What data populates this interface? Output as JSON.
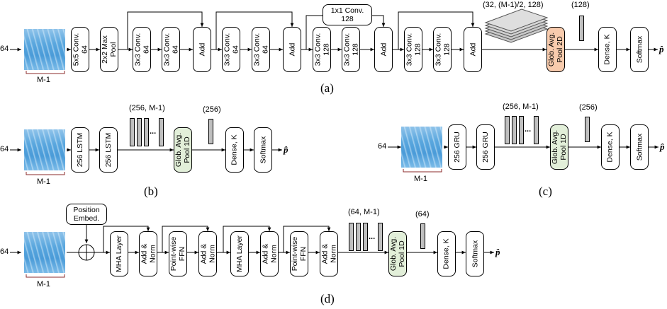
{
  "panel_a": {
    "caption": "(a)",
    "input_height": "64",
    "input_width": "M-1",
    "blocks": [
      "5x5 Conv.\n64",
      "2x2 Max\nPool",
      "3x3 Conv.\n64",
      "3x3 Conv.\n64",
      "Add",
      "3x3 Conv.\n64",
      "3x3 Conv.\n64",
      "Add",
      "3x3 Conv.\n128",
      "3x3 Conv.\n128",
      "Add",
      "3x3 Conv.\n128",
      "3x3 Conv.\n128",
      "Add",
      "Glob. Avg.\nPool 2D",
      "Dense, K",
      "Softmax"
    ],
    "shortcut_conv": "1x1 Conv.\n128",
    "stack_dims": "(32, (M-1)/2, 128)",
    "vec_dims": "(128)",
    "output": "p̂"
  },
  "panel_b": {
    "caption": "(b)",
    "input_height": "64",
    "input_width": "M-1",
    "blocks": [
      "256 LSTM",
      "256 LSTM",
      "Glob. Avg.\nPool 1D",
      "Dense, K",
      "Softmax"
    ],
    "seq_dims": "(256, M-1)",
    "vec_dims": "(256)",
    "ellipsis": "...",
    "output": "p̂"
  },
  "panel_c": {
    "caption": "(c)",
    "input_height": "64",
    "input_width": "M-1",
    "blocks": [
      "256 GRU",
      "256 GRU",
      "Glob. Avg.\nPool 1D",
      "Dense, K",
      "Softmax"
    ],
    "seq_dims": "(256, M-1)",
    "vec_dims": "(256)",
    "ellipsis": "...",
    "output": "p̂"
  },
  "panel_d": {
    "caption": "(d)",
    "input_height": "64",
    "input_width": "M-1",
    "position_embed": "Position\nEmbed.",
    "blocks": [
      "MHA Layer",
      "Add &\nNorm",
      "Point-wise\nFFN",
      "Add &\nNorm",
      "MHA Layer",
      "Add &\nNorm",
      "Point-wise\nFFN",
      "Add &\nNorm",
      "Glob. Avg.\nPool 1D",
      "Dense, K",
      "Softmax"
    ],
    "seq_dims": "(64, M-1)",
    "vec_dims": "(64)",
    "ellipsis": "...",
    "output": "p̂"
  },
  "colors": {
    "pool2d_fill": "#f8cbad",
    "pool1d_fill": "#e2efd9",
    "tensor_fill": "#bfbfbf",
    "spectrogram": "#5aa7de"
  }
}
